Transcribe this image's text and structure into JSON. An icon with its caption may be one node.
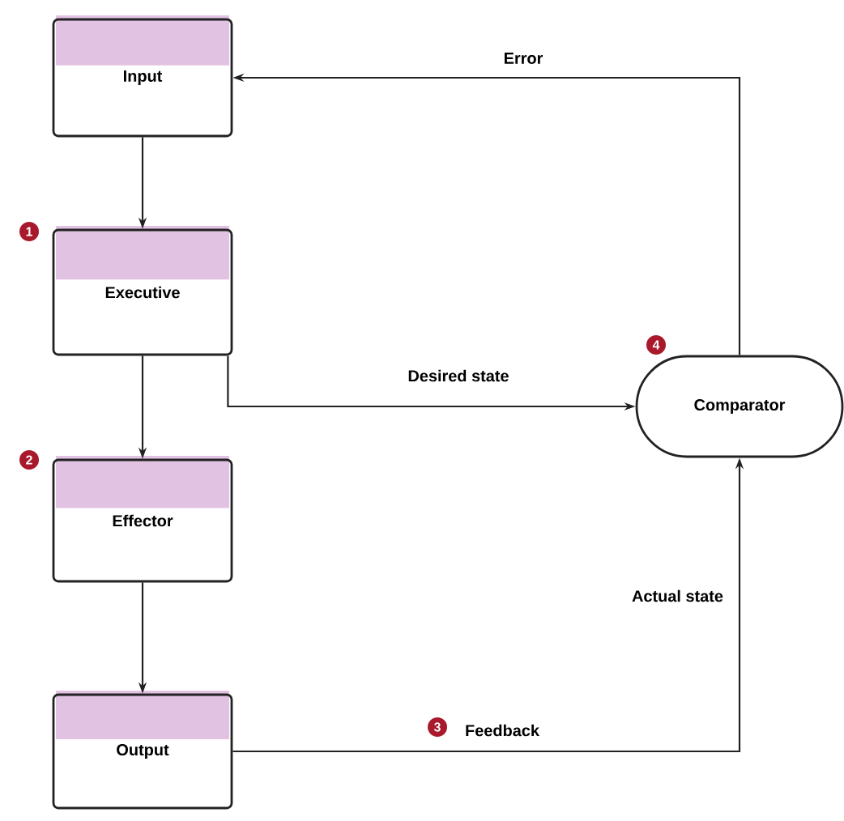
{
  "diagram": {
    "nodes": [
      {
        "text": [
          "Input"
        ]
      },
      {
        "text": [
          "Executive"
        ]
      },
      {
        "text": [
          "Effector"
        ]
      },
      {
        "text": [
          "Output"
        ]
      },
      {
        "text": [
          "Comparator"
        ]
      }
    ],
    "edges": [
      {
        "from": 0,
        "to": 1,
        "arrow": "to"
      },
      {
        "from": 1,
        "to": 2,
        "arrow": "to"
      },
      {
        "from": 2,
        "to": 3,
        "arrow": "to"
      },
      {
        "from": 1,
        "to": 4,
        "arrow": "to",
        "label": "Desired state"
      },
      {
        "from": 3,
        "to": 4,
        "arrow": "to",
        "label": "Feedback"
      },
      {
        "from": 4,
        "to": 0,
        "arrow": "to",
        "label": "Error"
      }
    ],
    "labels": [
      "1",
      "4",
      "2",
      "Actual state",
      "3"
    ]
  }
}
